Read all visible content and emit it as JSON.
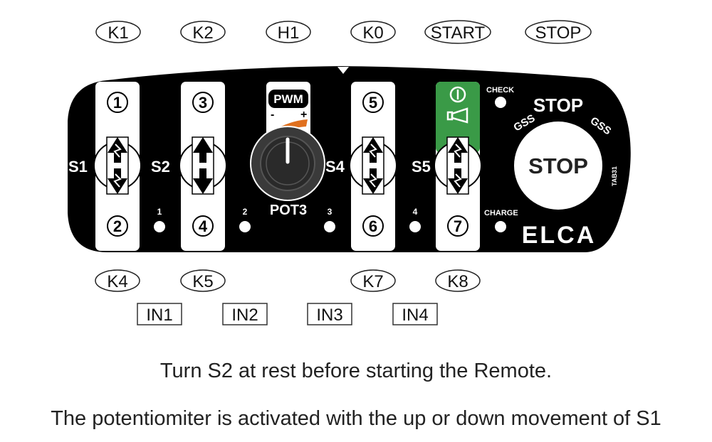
{
  "colors": {
    "panel": "#000000",
    "key_white": "#ffffff",
    "start_green": "#3a9a47",
    "pwm_orange": "#e0701e",
    "stop_disc": "#ffffff",
    "text": "#222222"
  },
  "top_labels": [
    "K1",
    "K2",
    "H1",
    "K0",
    "START",
    "STOP"
  ],
  "bottom_labels": [
    "K4",
    "K5",
    "K7",
    "K8"
  ],
  "input_labels": [
    "IN1",
    "IN2",
    "IN3",
    "IN4"
  ],
  "panel": {
    "keys_top": [
      "1",
      "3",
      "5"
    ],
    "keys_bottom": [
      "2",
      "4",
      "6",
      "7"
    ],
    "switches": [
      "S1",
      "S2",
      "S4",
      "S5"
    ],
    "led_numbers": [
      "1",
      "2",
      "3",
      "4"
    ],
    "pwm": "PWM",
    "pwm_minus": "-",
    "pwm_plus": "+",
    "pot": "POT3",
    "check": "CHECK",
    "charge": "CHARGE",
    "stop_title": "STOP",
    "stop_button": "STOP",
    "gss_left": "GSS",
    "gss_right": "GSS",
    "model": "TAB31",
    "brand": "ELCA",
    "start_icon": "power-icon",
    "horn_icon": "horn-icon"
  },
  "notes": [
    "Turn S2 at rest before starting the Remote.",
    "The potentiomiter is activated with the up or down movement of S1"
  ]
}
